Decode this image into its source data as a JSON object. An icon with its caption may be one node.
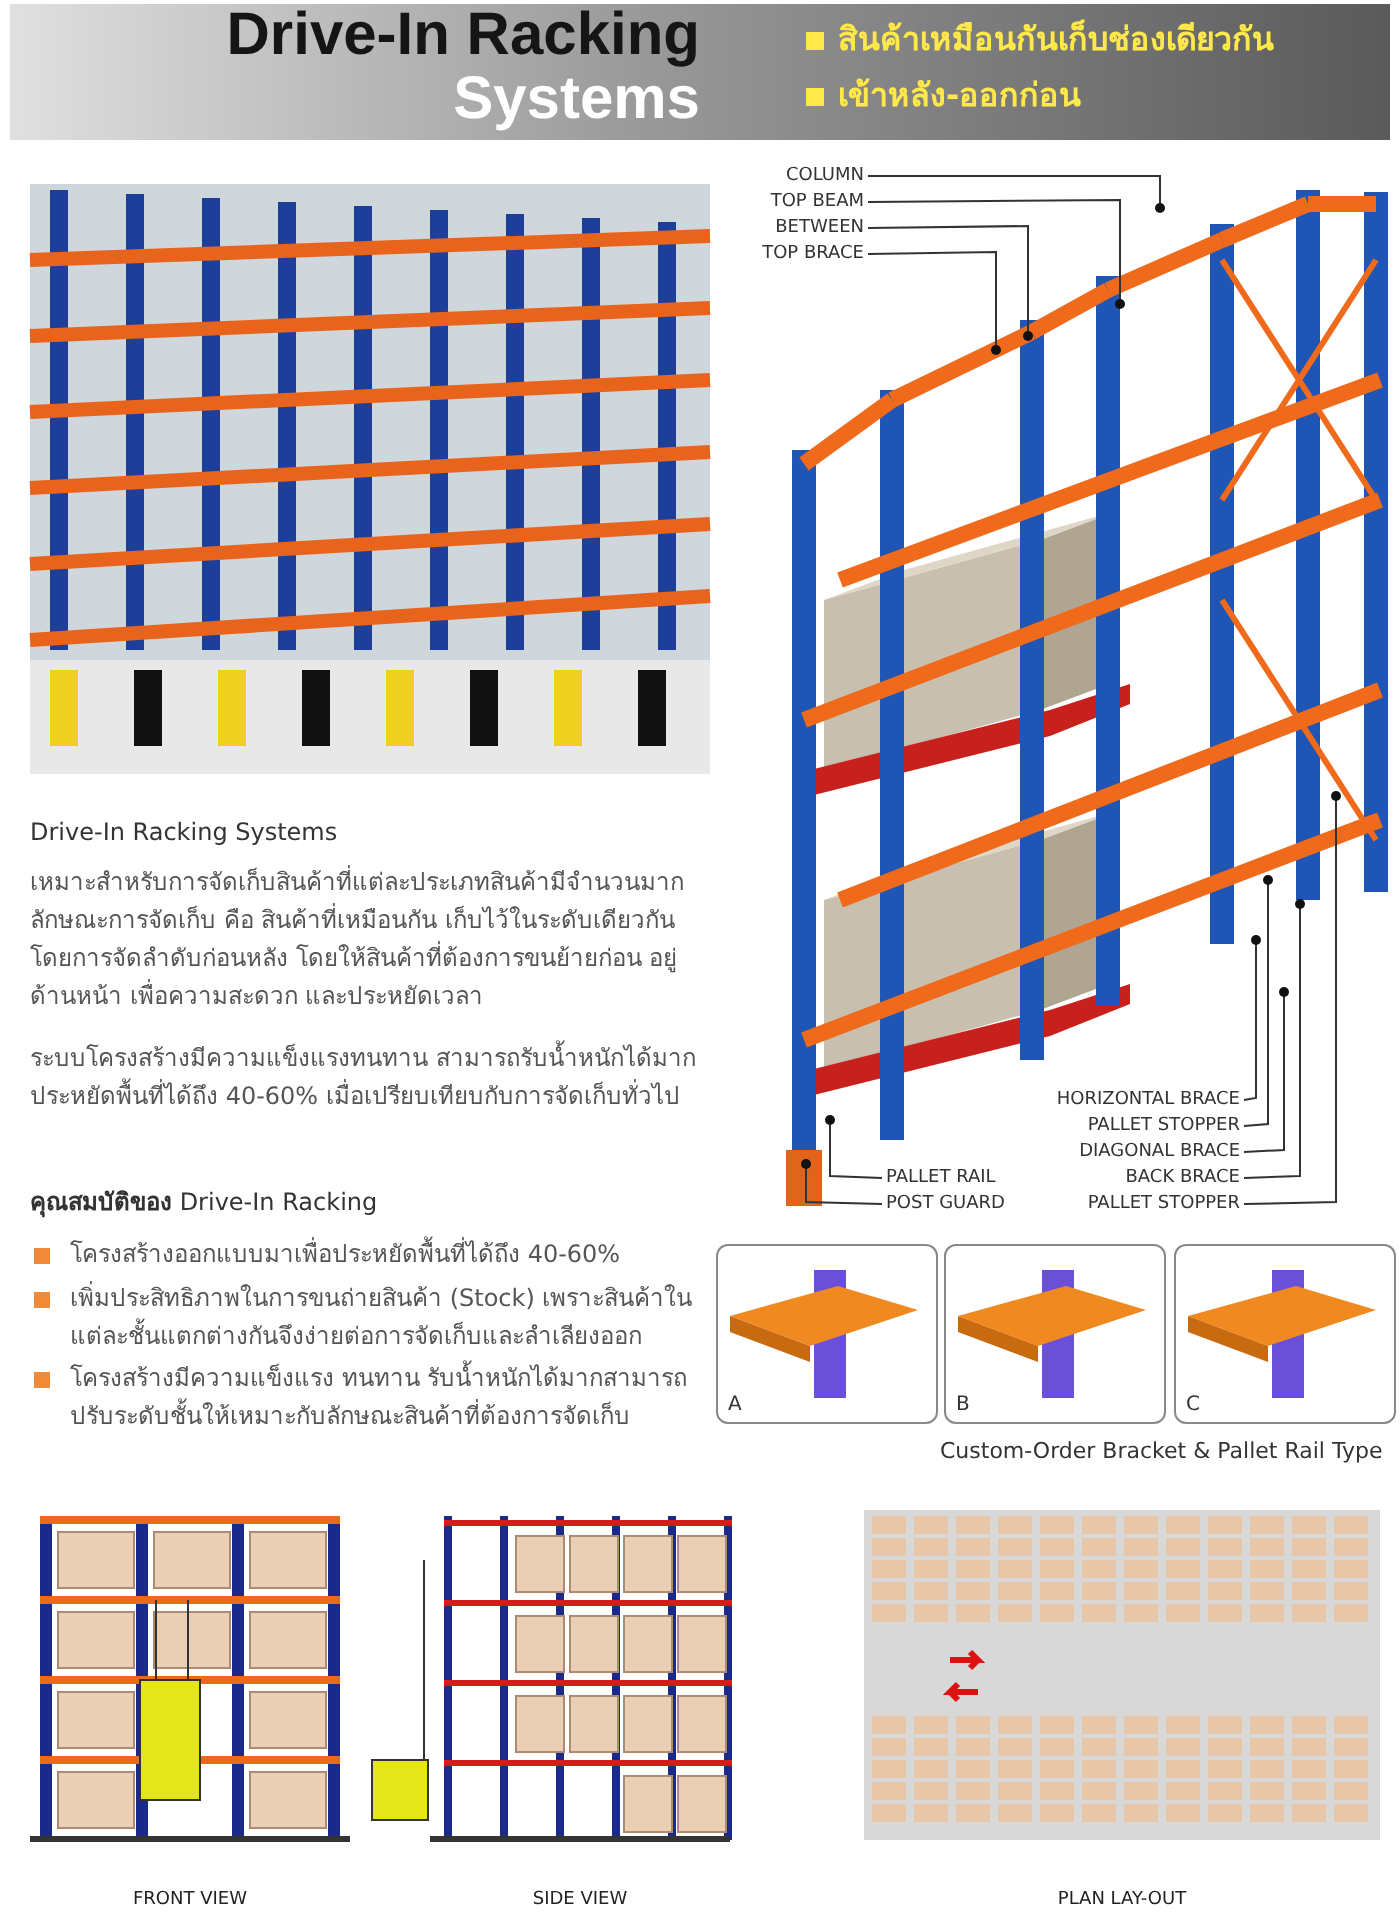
{
  "diagram": {
    "title": "Drive-In Racking Systems",
    "nodes": [
      {
        "text": [
          "COLUMN"
        ]
      },
      {
        "text": [
          "TOP BEAM"
        ]
      },
      {
        "text": [
          "BETWEEN"
        ]
      },
      {
        "text": [
          "TOP BRACE"
        ]
      },
      {
        "text": [
          "HORIZONTAL BRACE"
        ]
      },
      {
        "text": [
          "PALLET STOPPER"
        ]
      },
      {
        "text": [
          "DIAGONAL BRACE"
        ]
      },
      {
        "text": [
          "PALLET RAIL"
        ]
      },
      {
        "text": [
          "BACK BRACE"
        ]
      },
      {
        "text": [
          "POST GUARD"
        ]
      },
      {
        "text": [
          "PALLET STOPPER"
        ]
      },
      {
        "text": [
          "A"
        ]
      },
      {
        "text": [
          "B"
        ]
      },
      {
        "text": [
          "C"
        ]
      }
    ],
    "edges": [
      {
        "from": 0,
        "to": null,
        "arrow": "other"
      },
      {
        "from": 1,
        "to": null,
        "arrow": "other"
      },
      {
        "from": 2,
        "to": null,
        "arrow": "other"
      },
      {
        "from": 3,
        "to": null,
        "arrow": "other"
      },
      {
        "from": 4,
        "to": null,
        "arrow": "other"
      },
      {
        "from": 5,
        "to": null,
        "arrow": "other"
      },
      {
        "from": 6,
        "to": null,
        "arrow": "other"
      },
      {
        "from": 7,
        "to": null,
        "arrow": "other"
      },
      {
        "from": 8,
        "to": null,
        "arrow": "other"
      },
      {
        "from": 9,
        "to": null,
        "arrow": "other"
      },
      {
        "from": 10,
        "to": null,
        "arrow": "other"
      }
    ],
    "labels": [
      "สินค้าเหมือนกันเก็บช่องเดียวกัน",
      "เข้าหลัง-ออกก่อน",
      "Drive-In Racking Systems",
      "เหมาะสำหรับการจัดเก็บสินค้าที่แต่ละประเภทสินค้ามีจำนวนมาก ลักษณะการจัดเก็บ คือ สินค้าที่เหมือนกัน เก็บไว้ในระดับเดียวกัน โดยการจัดลำดับก่อนหลัง โดยให้สินค้าที่ต้องการขนย้ายก่อน อยู่ด้านหน้า เพื่อความสะดวก และประหยัดเวลา",
      "ระบบโครงสร้างมีความแข็งแรงทนทาน สามารถรับน้ำหนักได้มาก ประหยัดพื้นที่ได้ถึง 40-60% เมื่อเปรียบเทียบกับการจัดเก็บทั่วไป",
      "**คุณสมบัติของ** Drive-In Racking",
      "โครงสร้างออกแบบมาเพื่อประหยัดพื้นที่ได้ถึง 40-60%",
      "เพิ่มประสิทธิภาพในการขนถ่ายสินค้า (Stock) เพราะสินค้าในแต่ละชั้นแตกต่างกันจึงง่ายต่อการจัดเก็บและลำเลียงออก",
      "โครงสร้างมีความแข็งแรง ทนทาน รับน้ำหนักได้มากสามารถปรับระดับชั้นให้เหมาะกับลักษณะสินค้าที่ต้องการจัดเก็บ",
      "Custom-Order Bracket & Pallet Rail Type",
      "FRONT VIEW",
      "SIDE VIEW",
      "PLAN LAY-OUT"
    ]
  }
}
